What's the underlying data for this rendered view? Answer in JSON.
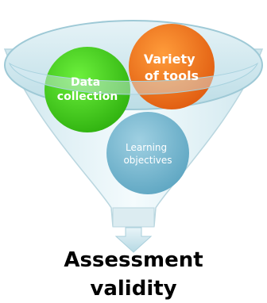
{
  "diagram": {
    "circles": [
      {
        "id": "data-collection",
        "lines": [
          "Data",
          "collection"
        ]
      },
      {
        "id": "variety-of-tools",
        "lines": [
          "Variety",
          "of tools"
        ]
      },
      {
        "id": "learning-objectives",
        "lines": [
          "Learning",
          "objectives"
        ]
      }
    ],
    "result": {
      "lines": [
        "Assessment",
        "validity"
      ]
    }
  }
}
